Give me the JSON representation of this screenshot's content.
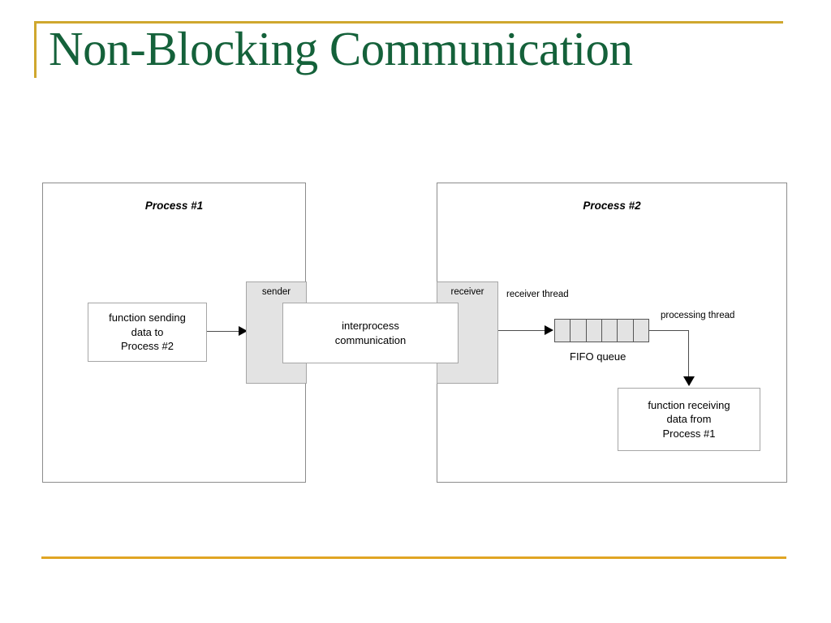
{
  "slide": {
    "title": "Non-Blocking Communication",
    "accent_color": "#cfa72e",
    "title_color": "#14613a",
    "background": "#ffffff"
  },
  "diagram": {
    "type": "block-diagram",
    "processes": [
      {
        "id": "process-1",
        "label": "Process #1"
      },
      {
        "id": "process-2",
        "label": "Process #2"
      }
    ],
    "blocks": [
      {
        "id": "sender",
        "label": "sender",
        "fill": "#e3e3e3"
      },
      {
        "id": "receiver",
        "label": "receiver",
        "fill": "#e3e3e3"
      },
      {
        "id": "ipc",
        "label": "interprocess\ncommunication",
        "fill": "#ffffff"
      },
      {
        "id": "sending-function",
        "label": "function sending\ndata to\nProcess #2",
        "fill": "#ffffff"
      },
      {
        "id": "receiving-function",
        "label": "function receiving\ndata from\nProcess #1",
        "fill": "#ffffff"
      }
    ],
    "queue": {
      "label": "FIFO queue",
      "cells": 6,
      "fill": "#e3e3e3"
    },
    "annotations": [
      {
        "id": "receiver-thread",
        "label": "receiver thread"
      },
      {
        "id": "processing-thread",
        "label": "processing thread"
      }
    ]
  }
}
